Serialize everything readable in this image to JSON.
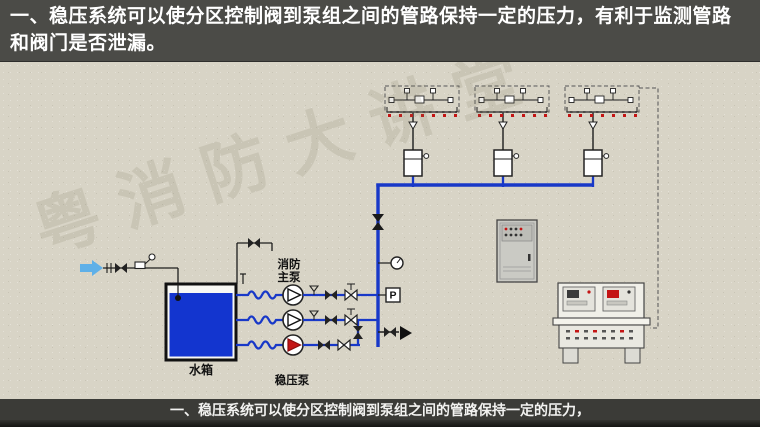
{
  "slide": {
    "header_text": "一、稳压系统可以使分区控制阀到泵组之间的管路保持一定的压力，有利于监测管路和阀门是否泄漏。",
    "caption_text": "一、稳压系统可以使分区控制阀到泵组之间的管路保持一定的压力，",
    "watermark_text": "粤消防大讲堂"
  },
  "diagram": {
    "labels": {
      "water_tank": "水箱",
      "fire_main_pump_l1": "消防",
      "fire_main_pump_l2": "主泵",
      "jockey_pump": "稳压泵",
      "pressure_switch": "P"
    },
    "colors": {
      "pipe_blue": "#1838c8",
      "water_blue": "#1335cf",
      "sprinkler_red": "#c41414",
      "arrow_blue": "#5fb0e8",
      "background_beige": "#d8d4c6",
      "header_bg": "#4b4b47",
      "caption_bg": "#3b3b37",
      "strip_bg": "#141412"
    }
  }
}
